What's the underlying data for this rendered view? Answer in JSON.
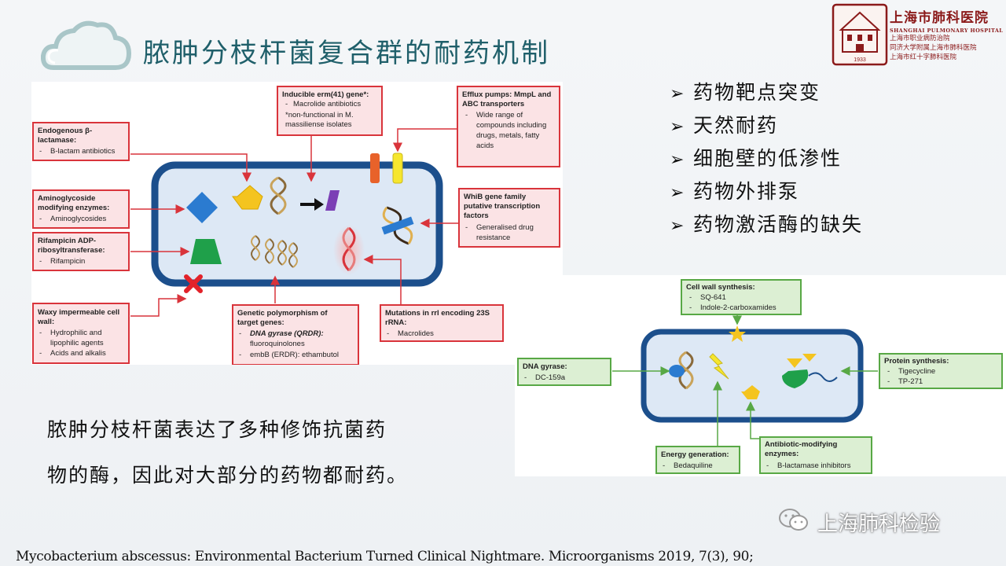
{
  "slide": {
    "title": "脓肿分枝杆菌复合群的耐药机制",
    "bullets": [
      "药物靶点突变",
      "天然耐药",
      "细胞壁的低渗性",
      "药物外排泵",
      "药物激活酶的缺失"
    ],
    "body_lines": [
      "脓肿分枝杆菌表达了多种修饰抗菌药",
      "物的酶，因此对大部分的药物都耐药。"
    ],
    "citation": "Mycobacterium abscessus: Environmental Bacterium Turned Clinical Nightmare. Microorganisms 2019, 7(3), 90;",
    "watermark": "上海肺科检验",
    "bullet_arrow": "➢"
  },
  "logo": {
    "name": "上海市肺科医院",
    "english": "SHANGHAI PULMONARY HOSPITAL",
    "lines": [
      "上海市职业病防治院",
      "同济大学附属上海市肺科医院",
      "上海市红十字肺科医院"
    ],
    "year": "1933",
    "color": "#8b1a1a"
  },
  "diagram1": {
    "boxes": [
      {
        "head": [
          "Inducible erm(41) gene*:"
        ],
        "items": [
          "Macrolide antibiotics"
        ],
        "extra": [
          "*non-functional in M.",
          "massiliense isolates"
        ]
      },
      {
        "head": [
          "Efflux pumps: MmpL and",
          "ABC transporters"
        ],
        "items": [
          "Wide range of",
          "compounds including",
          "drugs, metals, fatty",
          "acids"
        ]
      },
      {
        "head": [
          "Endogenous β-",
          "lactamase:"
        ],
        "items": [
          "B-lactam antibiotics"
        ]
      },
      {
        "head": [
          "Aminoglycoside",
          "modifying enzymes:"
        ],
        "items": [
          "Aminoglycosides"
        ]
      },
      {
        "head": [
          "Rifampicin ADP-",
          "ribosyltransferase:"
        ],
        "items": [
          "Rifampicin"
        ]
      },
      {
        "head": [
          "Waxy impermeable cell",
          "wall:"
        ],
        "items": [
          "Hydrophilic and",
          "lipophilic agents",
          "Acids and alkalis"
        ]
      },
      {
        "head": [
          "WhiB gene family",
          "putative transcription",
          "factors"
        ],
        "items": [
          "Generalised drug",
          "resistance"
        ]
      },
      {
        "head": [
          "Genetic polymorphism of",
          "target genes:"
        ],
        "items": [
          "DNA gyrase (QRDR):",
          "fluoroquinolones",
          "embB (ERDR): ethambutol"
        ]
      },
      {
        "head": [
          "Mutations in rrl encoding 23S",
          "rRNA:"
        ],
        "items": [
          "Macrolides"
        ]
      }
    ],
    "colors": {
      "box_border": "#d9343b",
      "box_fill": "#fbe3e5",
      "cell_border": "#1c4f8c",
      "cell_fill": "#dde8f5"
    }
  },
  "diagram2": {
    "boxes": [
      {
        "head": [
          "Cell wall synthesis:"
        ],
        "items": [
          "SQ-641",
          "Indole-2-carboxamides"
        ]
      },
      {
        "head": [
          "DNA gyrase:"
        ],
        "items": [
          "DC-159a"
        ]
      },
      {
        "head": [
          "Protein synthesis:"
        ],
        "items": [
          "Tigecycline",
          "TP-271"
        ]
      },
      {
        "head": [
          "Energy generation:"
        ],
        "items": [
          "Bedaquiline"
        ]
      },
      {
        "head": [
          "Antibiotic-modifying",
          "enzymes:"
        ],
        "items": [
          "B-lactamase inhibitors"
        ]
      }
    ],
    "colors": {
      "box_border": "#58a845",
      "box_fill": "#dcefd3"
    }
  }
}
